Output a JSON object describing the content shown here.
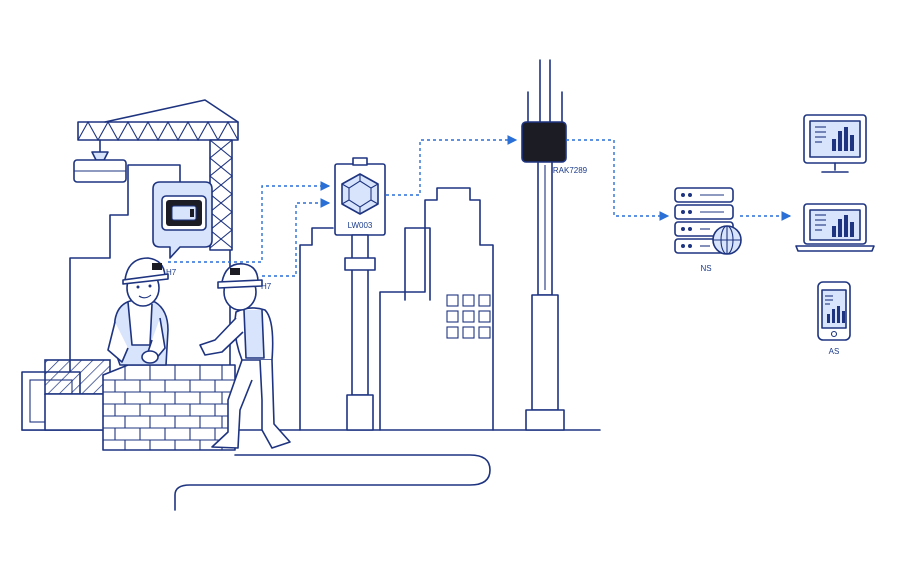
{
  "labels": {
    "tracker_left": "H7",
    "tracker_right": "H7",
    "sensor": "LW003",
    "gateway": "RAK7289",
    "network_server": "NS",
    "application_server": "AS"
  },
  "colors": {
    "line": "#1e3480",
    "flow": "#2a6fd6",
    "accent_fill": "#d8e4fb",
    "device_dark": "#1c1c24",
    "background": "#ffffff"
  }
}
